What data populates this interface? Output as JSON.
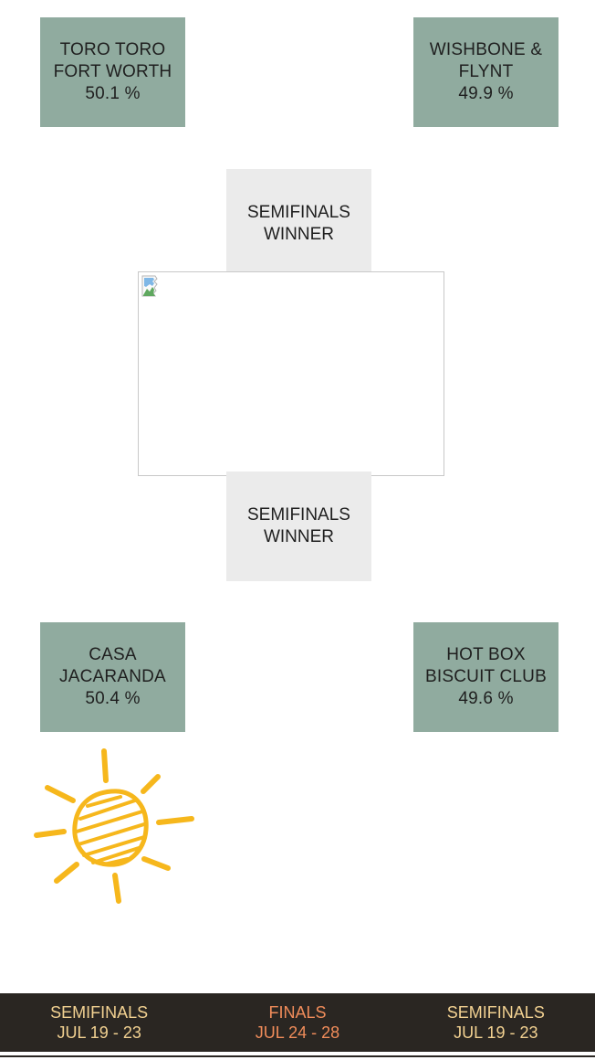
{
  "bracket": {
    "top_left": {
      "name": "TORO TORO\nFORT WORTH",
      "percent": "50.1 %"
    },
    "top_right": {
      "name": "WISHBONE &\nFLYNT",
      "percent": "49.9 %"
    },
    "bottom_left": {
      "name": "CASA\nJACARANDA",
      "percent": "50.4 %"
    },
    "bottom_right": {
      "name": "HOT BOX\nBISCUIT CLUB",
      "percent": "49.6 %"
    },
    "semi_top": "SEMIFINALS\nWINNER",
    "semi_bottom": "SEMIFINALS\nWINNER"
  },
  "decor": {
    "sun_icon": "sun-sketch-icon",
    "sun_color": "#f6b71c"
  },
  "bottom_nav": [
    {
      "title": "SEMIFINALS",
      "dates": "JUL 19 - 23"
    },
    {
      "title": "FINALS",
      "dates": "JUL 24 - 28"
    },
    {
      "title": "SEMIFINALS",
      "dates": "JUL 19 - 23"
    }
  ],
  "colors": {
    "team_bg": "#90ab9f",
    "semi_bg": "#ebebeb",
    "nav_bg": "#2a2622",
    "nav_text": "#f2d191",
    "nav_active": "#f08c5a"
  }
}
